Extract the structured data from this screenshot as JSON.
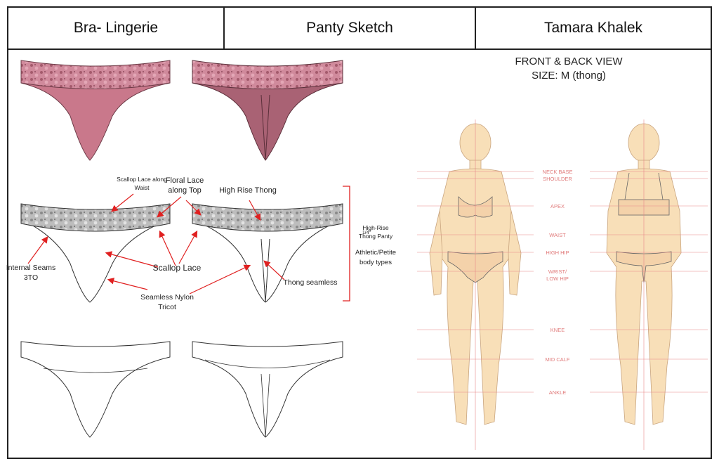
{
  "header": {
    "left": "Bra- Lingerie",
    "center": "Panty Sketch",
    "right": "Tamara Khalek"
  },
  "view": {
    "line1": "FRONT & BACK VIEW",
    "line2": "SIZE: M (thong)"
  },
  "annotations": {
    "scallop_waist_1": "Scallop Lace along",
    "scallop_waist_2": "Waist",
    "floral_1": "Floral Lace",
    "floral_2": "along Top",
    "high_rise": "High Rise Thong",
    "internal_1": "Internal Seams",
    "internal_2": "3TO",
    "scallop_lace": "Scallop Lace",
    "nylon_1": "Seamless Nylon",
    "nylon_2": "Tricot",
    "thong_seamless": "Thong seamless",
    "bracket_1": "High-Rise",
    "bracket_2": "Thong Panty",
    "bracket_3": "Athletic/Petite",
    "bracket_4": "body types",
    "bracket_overlap": "1/4\""
  },
  "measurements": {
    "neck": "NECK BASE",
    "shoulder": "SHOULDER",
    "apex": "APEX",
    "waist": "WAIST",
    "high_hip": "HIGH HIP",
    "wrist": "WRIST/",
    "low_hip": "LOW HIP",
    "knee": "KNEE",
    "mid_calf": "MID CALF",
    "ankle": "ANKLE"
  },
  "colors": {
    "pink_fill": "#c9788b",
    "pink_lace": "#b56a7c",
    "grey_lace": "#9a9a9a",
    "skin": "#f8dfb8",
    "guide": "#e88888",
    "arrow": "#e02020"
  }
}
